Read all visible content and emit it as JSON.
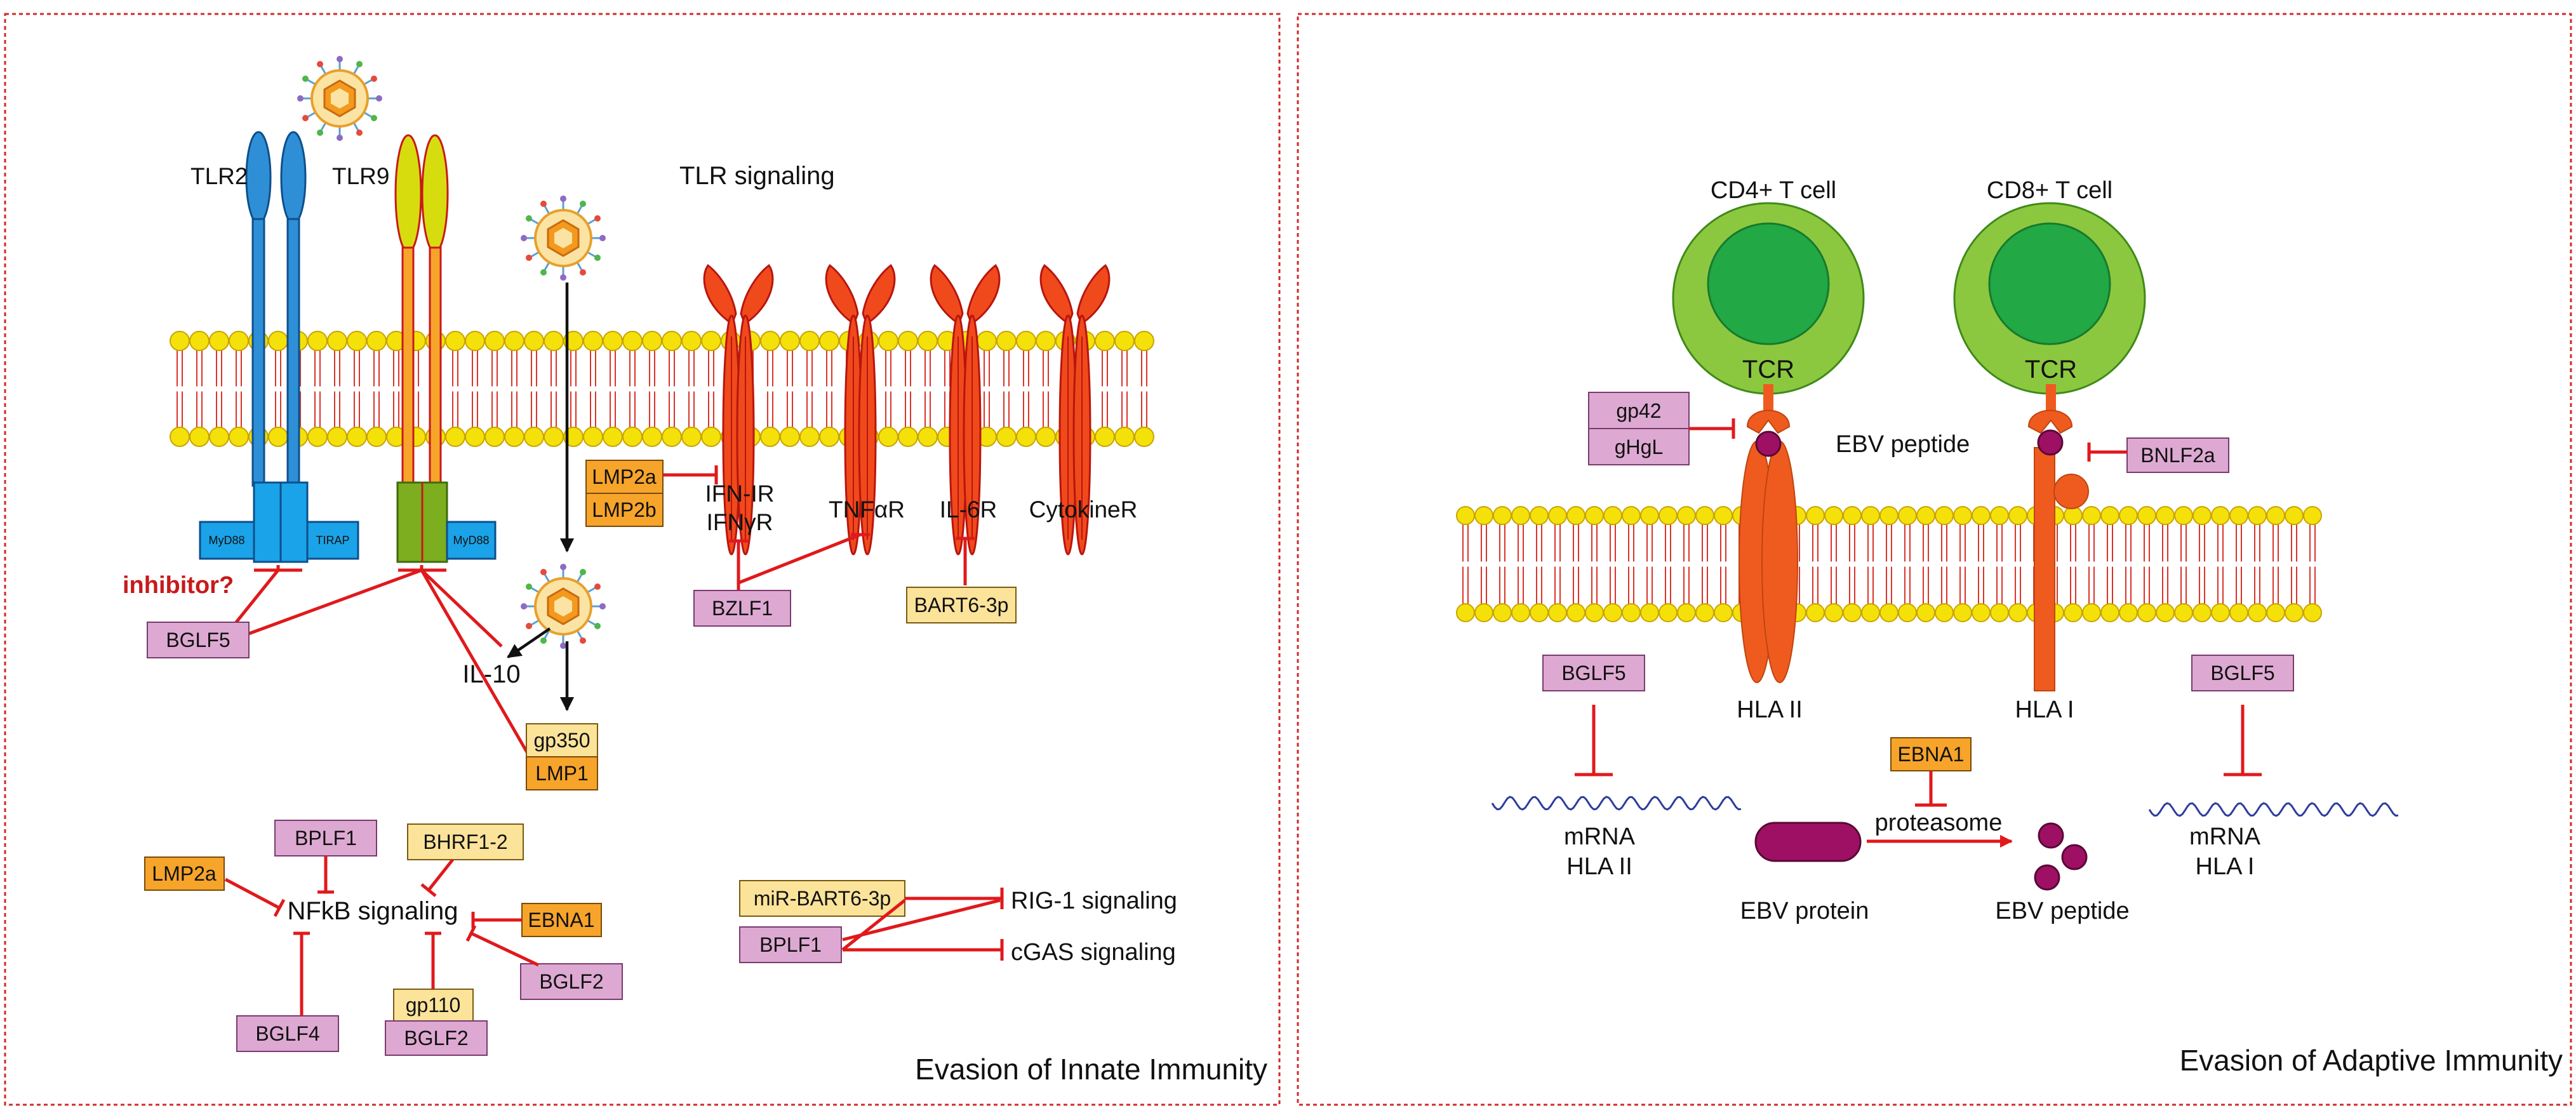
{
  "panels": {
    "innate": {
      "title": "Evasion of Innate Immunity"
    },
    "adaptive": {
      "title": "Evasion of Adaptive Immunity"
    }
  },
  "innate": {
    "tlr2": "TLR2",
    "tlr9": "TLR9",
    "tlr_signaling": "TLR signaling",
    "myd88_left": "MyD88",
    "tirap": "TIRAP",
    "myd88_right": "MyD88",
    "inhibitor": "inhibitor?",
    "bglf5": "BGLF5",
    "il10": "IL-10",
    "gp350": "gp350",
    "lmp1": "LMP1",
    "lmp2a": "LMP2a",
    "lmp2b": "LMP2b",
    "ifn_ir": "IFN-IR",
    "ifn_yr": "IFNγR",
    "tnfar": "TNFαR",
    "il6r": "IL-6R",
    "cytokiner": "CytokineR",
    "bzlf1": "BZLF1",
    "bart6_3p": "BART6-3p",
    "nfkb": "NFkB signaling",
    "bplf1_top": "BPLF1",
    "bhrf1_2": "BHRF1-2",
    "lmp2a_nfkb": "LMP2a",
    "ebna1": "EBNA1",
    "bglf2_right": "BGLF2",
    "gp110": "gp110",
    "bglf2_bottom": "BGLF2",
    "bglf4": "BGLF4",
    "mir_bart6_3p": "miR-BART6-3p",
    "bplf1_rig": "BPLF1",
    "rig1": "RIG-1 signaling",
    "cgas": "cGAS signaling"
  },
  "adaptive": {
    "cd4": "CD4+ T cell",
    "cd8": "CD8+ T cell",
    "tcr_left": "TCR",
    "tcr_right": "TCR",
    "gp42": "gp42",
    "ghgl": "gHgL",
    "ebv_peptide_top": "EBV peptide",
    "bnlf2a": "BNLF2a",
    "hla2": "HLA II",
    "hla1": "HLA I",
    "bglf5_left": "BGLF5",
    "bglf5_right": "BGLF5",
    "mrna_left": "mRNA",
    "hla2_mrna": "HLA II",
    "mrna_right": "mRNA",
    "hla1_mrna": "HLA I",
    "ebna1": "EBNA1",
    "proteasome": "proteasome",
    "ebv_protein": "EBV protein",
    "ebv_peptide_bottom": "EBV peptide"
  },
  "colors": {
    "inhibit": "#e0191c",
    "lipid_head": "#f5e10a",
    "lipid_tail": "#d9352a",
    "receptor": "#f04a1c",
    "tlr2": "#2e8fd6",
    "tlr9": "#d7dc0f",
    "purple_box": "#dda9d2",
    "orange_box": "#f7a42b",
    "yellow_box": "#fbe39a",
    "tcell_outer": "#8cc83f",
    "tcell_inner": "#22a844",
    "hla": "#ef5b1e",
    "peptide": "#9e1063"
  }
}
